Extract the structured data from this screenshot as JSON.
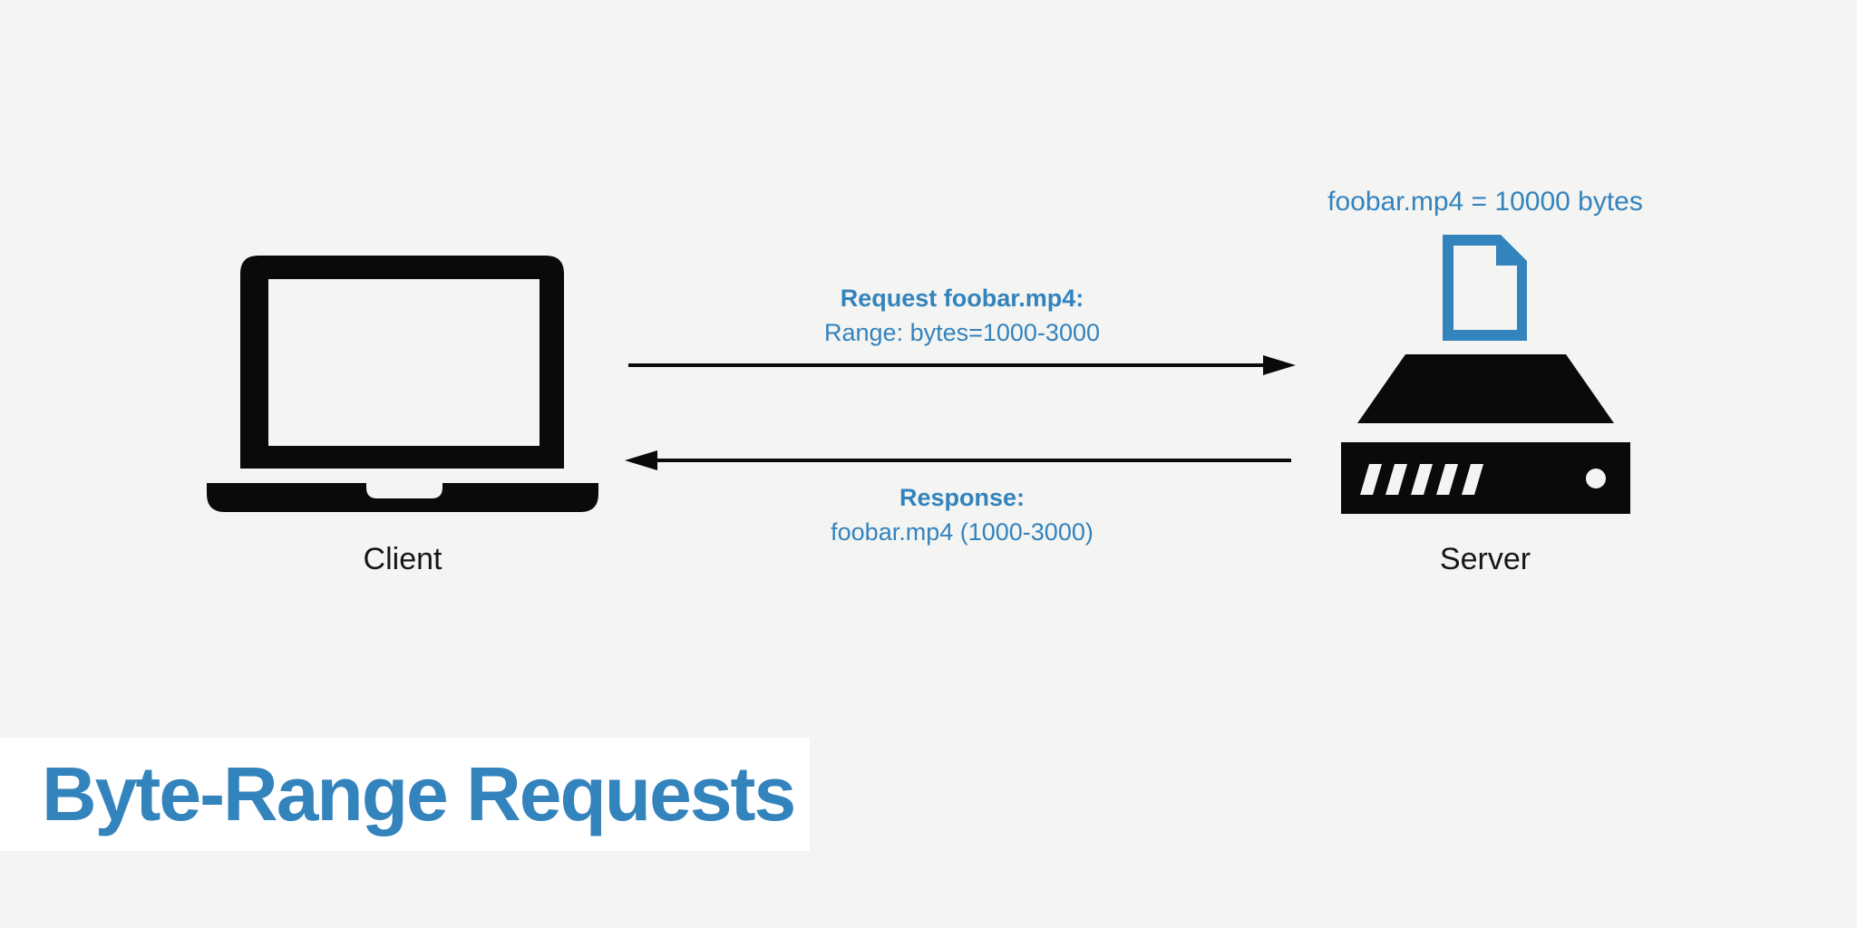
{
  "colors": {
    "bg": "#f4f4f3",
    "accent": "#3383bd",
    "ink": "#0a0a0a",
    "band": "#ffffff"
  },
  "title": {
    "text": "Byte-Range Requests"
  },
  "client": {
    "label": "Client",
    "icon": "laptop-icon"
  },
  "server": {
    "label": "Server",
    "icon": "server-icon",
    "file_icon": "file-document-icon",
    "file_info": "foobar.mp4 = 10000 bytes"
  },
  "request": {
    "direction": "client-to-server",
    "line1": "Request foobar.mp4:",
    "line2": "Range: bytes=1000-3000"
  },
  "response": {
    "direction": "server-to-client",
    "line1": "Response:",
    "line2": "foobar.mp4 (1000-3000)"
  }
}
